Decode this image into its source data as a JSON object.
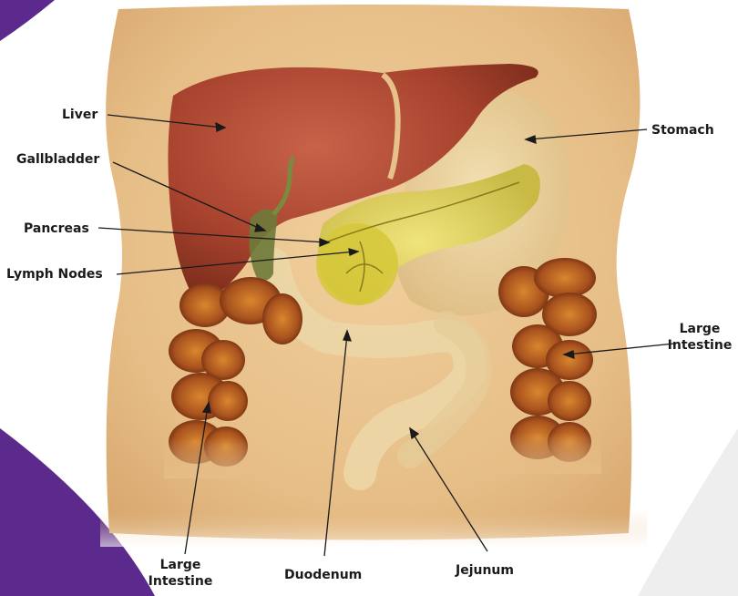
{
  "labels": {
    "liver": "Liver",
    "gallbladder": "Gallbladder",
    "pancreas": "Pancreas",
    "lymph_nodes": "Lymph Nodes",
    "stomach": "Stomach",
    "large_intestine_right": [
      "Large",
      "Intestine"
    ],
    "large_intestine_left": [
      "Large",
      "Intestine"
    ],
    "duodenum": "Duodenum",
    "jejunum": "Jejunum"
  },
  "colors": {
    "skin": "#e8c48f",
    "liver": "#a8432e",
    "stomach": "#ead29f",
    "pancreas": "#e0d060",
    "intestine": "#a85224",
    "purple_accent": "#5b2a8c"
  }
}
